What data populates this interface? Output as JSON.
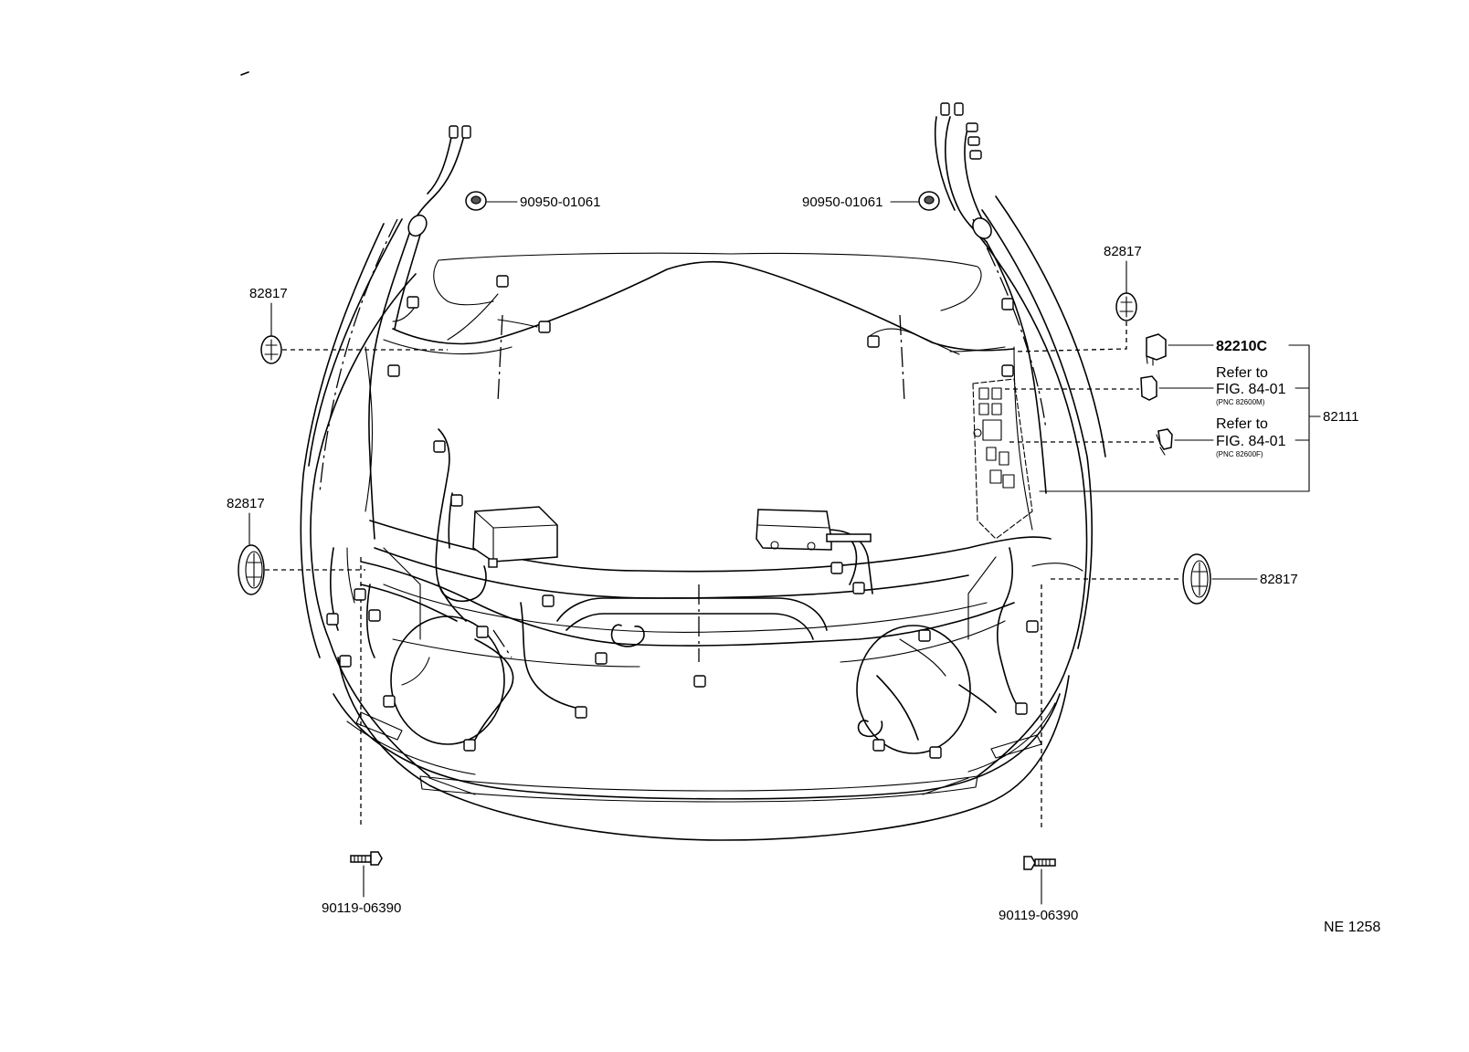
{
  "diagram": {
    "labels": {
      "grommet_left_top": "90950-01061",
      "grommet_right_top": "90950-01061",
      "clamp_upper_left": "82817",
      "clamp_mid_left": "82817",
      "clamp_upper_right": "82817",
      "clamp_mid_right": "82817",
      "relay_part": "82210C",
      "refer_1_line1": "Refer to",
      "refer_1_line2": "FIG. 84-01",
      "refer_1_pnc": "(PNC 82600M)",
      "refer_2_line1": "Refer to",
      "refer_2_line2": "FIG. 84-01",
      "refer_2_pnc": "(PNC 82600F)",
      "harness_part": "82111",
      "bolt_left": "90119-06390",
      "bolt_right": "90119-06390",
      "figure_code": "NE 1258"
    }
  }
}
